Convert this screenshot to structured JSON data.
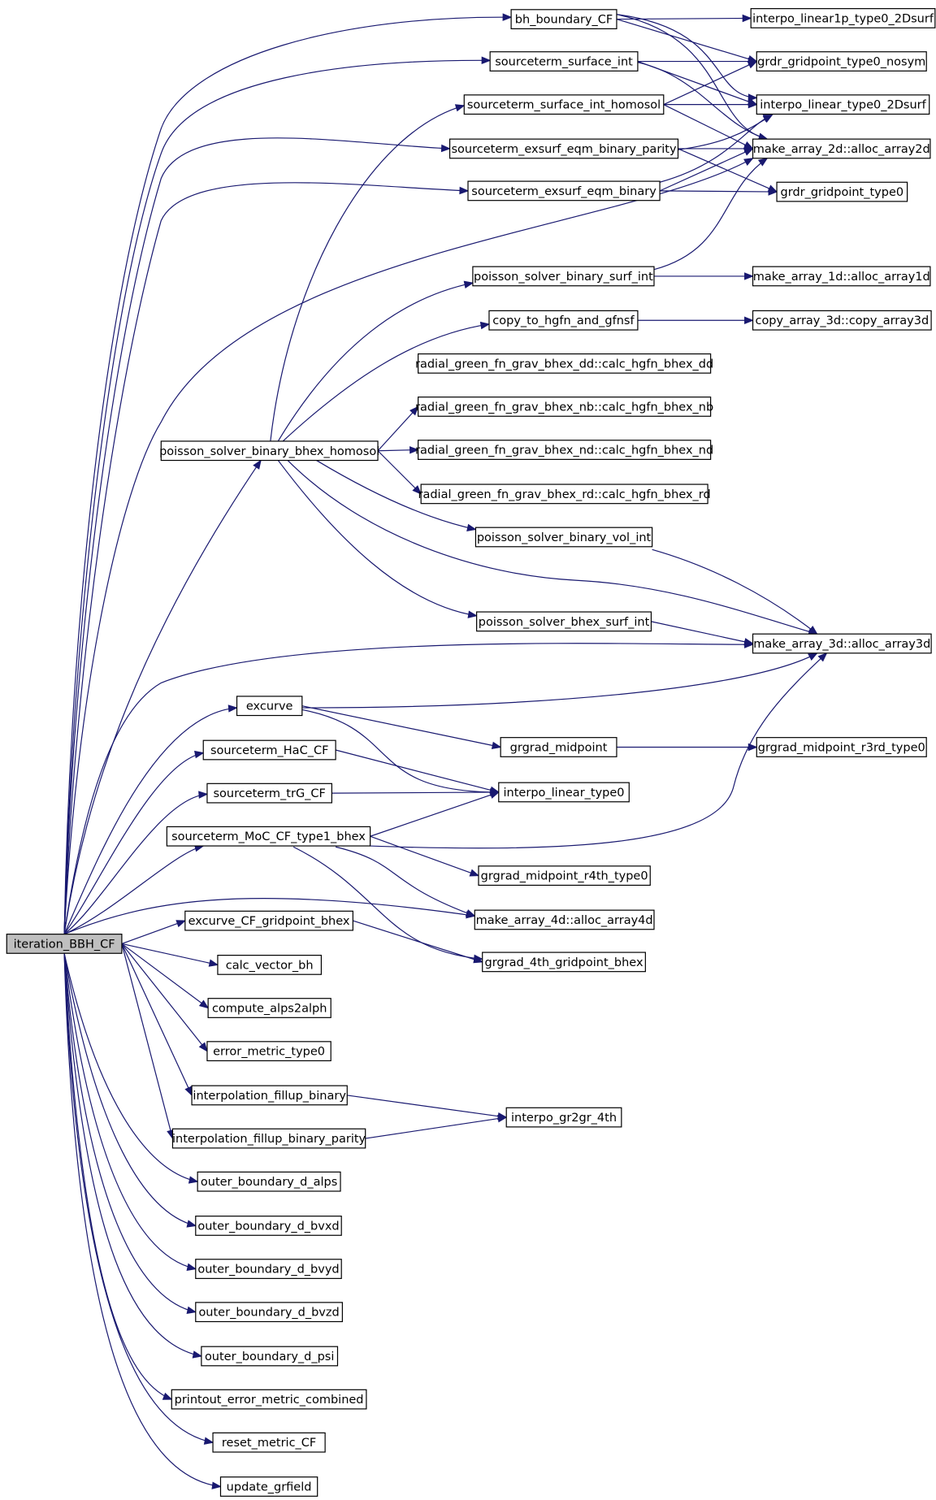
{
  "graph": {
    "root": "iteration_BBH_CF",
    "colors": {
      "edge": "#191970",
      "node_border": "#000000",
      "root_fill": "#bfbfbf",
      "node_fill": "#ffffff"
    },
    "nodes": [
      {
        "id": "iteration_BBH_CF",
        "label": "iteration_BBH_CF"
      },
      {
        "id": "bh_boundary_CF",
        "label": "bh_boundary_CF"
      },
      {
        "id": "sourceterm_surface_int",
        "label": "sourceterm_surface_int"
      },
      {
        "id": "sourceterm_surface_int_homosol",
        "label": "sourceterm_surface_int_homosol"
      },
      {
        "id": "sourceterm_exsurf_eqm_binary_parity",
        "label": "sourceterm_exsurf_eqm_binary_parity"
      },
      {
        "id": "sourceterm_exsurf_eqm_binary",
        "label": "sourceterm_exsurf_eqm_binary"
      },
      {
        "id": "interpo_linear1p_type0_2Dsurf",
        "label": "interpo_linear1p_type0_2Dsurf"
      },
      {
        "id": "grdr_gridpoint_type0_nosym",
        "label": "grdr_gridpoint_type0_nosym"
      },
      {
        "id": "interpo_linear_type0_2Dsurf",
        "label": "interpo_linear_type0_2Dsurf"
      },
      {
        "id": "make_array_2d",
        "label": "make_array_2d::alloc_array2d"
      },
      {
        "id": "grdr_gridpoint_type0",
        "label": "grdr_gridpoint_type0"
      },
      {
        "id": "poisson_solver_binary_surf_int",
        "label": "poisson_solver_binary_surf_int"
      },
      {
        "id": "make_array_1d",
        "label": "make_array_1d::alloc_array1d"
      },
      {
        "id": "copy_to_hgfn_and_gfnsf",
        "label": "copy_to_hgfn_and_gfnsf"
      },
      {
        "id": "copy_array_3d",
        "label": "copy_array_3d::copy_array3d"
      },
      {
        "id": "radial_dd",
        "label": "radial_green_fn_grav_bhex_dd::calc_hgfn_bhex_dd"
      },
      {
        "id": "radial_nb",
        "label": "radial_green_fn_grav_bhex_nb::calc_hgfn_bhex_nb"
      },
      {
        "id": "poisson_solver_binary_bhex_homosol",
        "label": "poisson_solver_binary_bhex_homosol"
      },
      {
        "id": "radial_nd",
        "label": "radial_green_fn_grav_bhex_nd::calc_hgfn_bhex_nd"
      },
      {
        "id": "radial_rd",
        "label": "radial_green_fn_grav_bhex_rd::calc_hgfn_bhex_rd"
      },
      {
        "id": "poisson_solver_binary_vol_int",
        "label": "poisson_solver_binary_vol_int"
      },
      {
        "id": "poisson_solver_bhex_surf_int",
        "label": "poisson_solver_bhex_surf_int"
      },
      {
        "id": "make_array_3d",
        "label": "make_array_3d::alloc_array3d"
      },
      {
        "id": "excurve",
        "label": "excurve"
      },
      {
        "id": "grgrad_midpoint",
        "label": "grgrad_midpoint"
      },
      {
        "id": "grgrad_midpoint_r3rd_type0",
        "label": "grgrad_midpoint_r3rd_type0"
      },
      {
        "id": "sourceterm_HaC_CF",
        "label": "sourceterm_HaC_CF"
      },
      {
        "id": "sourceterm_trG_CF",
        "label": "sourceterm_trG_CF"
      },
      {
        "id": "interpo_linear_type0",
        "label": "interpo_linear_type0"
      },
      {
        "id": "sourceterm_MoC_CF_type1_bhex",
        "label": "sourceterm_MoC_CF_type1_bhex"
      },
      {
        "id": "grgrad_midpoint_r4th_type0",
        "label": "grgrad_midpoint_r4th_type0"
      },
      {
        "id": "make_array_4d",
        "label": "make_array_4d::alloc_array4d"
      },
      {
        "id": "excurve_CF_gridpoint_bhex",
        "label": "excurve_CF_gridpoint_bhex"
      },
      {
        "id": "grgrad_4th_gridpoint_bhex",
        "label": "grgrad_4th_gridpoint_bhex"
      },
      {
        "id": "calc_vector_bh",
        "label": "calc_vector_bh"
      },
      {
        "id": "compute_alps2alph",
        "label": "compute_alps2alph"
      },
      {
        "id": "error_metric_type0",
        "label": "error_metric_type0"
      },
      {
        "id": "interpolation_fillup_binary",
        "label": "interpolation_fillup_binary"
      },
      {
        "id": "interpo_gr2gr_4th",
        "label": "interpo_gr2gr_4th"
      },
      {
        "id": "interpolation_fillup_binary_parity",
        "label": "interpolation_fillup_binary_parity"
      },
      {
        "id": "outer_boundary_d_alps",
        "label": "outer_boundary_d_alps"
      },
      {
        "id": "outer_boundary_d_bvxd",
        "label": "outer_boundary_d_bvxd"
      },
      {
        "id": "outer_boundary_d_bvyd",
        "label": "outer_boundary_d_bvyd"
      },
      {
        "id": "outer_boundary_d_bvzd",
        "label": "outer_boundary_d_bvzd"
      },
      {
        "id": "outer_boundary_d_psi",
        "label": "outer_boundary_d_psi"
      },
      {
        "id": "printout_error_metric_combined",
        "label": "printout_error_metric_combined"
      },
      {
        "id": "reset_metric_CF",
        "label": "reset_metric_CF"
      },
      {
        "id": "update_grfield",
        "label": "update_grfield"
      }
    ],
    "edges": [
      [
        "iteration_BBH_CF",
        "bh_boundary_CF"
      ],
      [
        "iteration_BBH_CF",
        "sourceterm_surface_int"
      ],
      [
        "iteration_BBH_CF",
        "sourceterm_exsurf_eqm_binary_parity"
      ],
      [
        "iteration_BBH_CF",
        "sourceterm_exsurf_eqm_binary"
      ],
      [
        "iteration_BBH_CF",
        "make_array_2d"
      ],
      [
        "iteration_BBH_CF",
        "poisson_solver_binary_bhex_homosol"
      ],
      [
        "iteration_BBH_CF",
        "make_array_3d"
      ],
      [
        "iteration_BBH_CF",
        "excurve"
      ],
      [
        "iteration_BBH_CF",
        "sourceterm_HaC_CF"
      ],
      [
        "iteration_BBH_CF",
        "sourceterm_trG_CF"
      ],
      [
        "iteration_BBH_CF",
        "sourceterm_MoC_CF_type1_bhex"
      ],
      [
        "iteration_BBH_CF",
        "make_array_4d"
      ],
      [
        "iteration_BBH_CF",
        "excurve_CF_gridpoint_bhex"
      ],
      [
        "iteration_BBH_CF",
        "calc_vector_bh"
      ],
      [
        "iteration_BBH_CF",
        "compute_alps2alph"
      ],
      [
        "iteration_BBH_CF",
        "error_metric_type0"
      ],
      [
        "iteration_BBH_CF",
        "interpolation_fillup_binary"
      ],
      [
        "iteration_BBH_CF",
        "interpolation_fillup_binary_parity"
      ],
      [
        "iteration_BBH_CF",
        "outer_boundary_d_alps"
      ],
      [
        "iteration_BBH_CF",
        "outer_boundary_d_bvxd"
      ],
      [
        "iteration_BBH_CF",
        "outer_boundary_d_bvyd"
      ],
      [
        "iteration_BBH_CF",
        "outer_boundary_d_bvzd"
      ],
      [
        "iteration_BBH_CF",
        "outer_boundary_d_psi"
      ],
      [
        "iteration_BBH_CF",
        "printout_error_metric_combined"
      ],
      [
        "iteration_BBH_CF",
        "reset_metric_CF"
      ],
      [
        "iteration_BBH_CF",
        "update_grfield"
      ],
      [
        "bh_boundary_CF",
        "interpo_linear1p_type0_2Dsurf"
      ],
      [
        "bh_boundary_CF",
        "grdr_gridpoint_type0_nosym"
      ],
      [
        "bh_boundary_CF",
        "interpo_linear_type0_2Dsurf"
      ],
      [
        "bh_boundary_CF",
        "make_array_2d"
      ],
      [
        "sourceterm_surface_int",
        "grdr_gridpoint_type0_nosym"
      ],
      [
        "sourceterm_surface_int",
        "interpo_linear_type0_2Dsurf"
      ],
      [
        "sourceterm_surface_int",
        "make_array_2d"
      ],
      [
        "sourceterm_surface_int_homosol",
        "grdr_gridpoint_type0_nosym"
      ],
      [
        "sourceterm_surface_int_homosol",
        "interpo_linear_type0_2Dsurf"
      ],
      [
        "sourceterm_surface_int_homosol",
        "make_array_2d"
      ],
      [
        "sourceterm_exsurf_eqm_binary_parity",
        "interpo_linear_type0_2Dsurf"
      ],
      [
        "sourceterm_exsurf_eqm_binary_parity",
        "make_array_2d"
      ],
      [
        "sourceterm_exsurf_eqm_binary_parity",
        "grdr_gridpoint_type0"
      ],
      [
        "sourceterm_exsurf_eqm_binary",
        "interpo_linear_type0_2Dsurf"
      ],
      [
        "sourceterm_exsurf_eqm_binary",
        "make_array_2d"
      ],
      [
        "sourceterm_exsurf_eqm_binary",
        "grdr_gridpoint_type0"
      ],
      [
        "poisson_solver_binary_surf_int",
        "make_array_2d"
      ],
      [
        "poisson_solver_binary_surf_int",
        "make_array_1d"
      ],
      [
        "copy_to_hgfn_and_gfnsf",
        "copy_array_3d"
      ],
      [
        "poisson_solver_binary_bhex_homosol",
        "sourceterm_surface_int_homosol"
      ],
      [
        "poisson_solver_binary_bhex_homosol",
        "poisson_solver_binary_surf_int"
      ],
      [
        "poisson_solver_binary_bhex_homosol",
        "copy_to_hgfn_and_gfnsf"
      ],
      [
        "poisson_solver_binary_bhex_homosol",
        "radial_nb"
      ],
      [
        "poisson_solver_binary_bhex_homosol",
        "radial_nd"
      ],
      [
        "poisson_solver_binary_bhex_homosol",
        "radial_rd"
      ],
      [
        "poisson_solver_binary_bhex_homosol",
        "poisson_solver_binary_vol_int"
      ],
      [
        "poisson_solver_binary_bhex_homosol",
        "poisson_solver_bhex_surf_int"
      ],
      [
        "poisson_solver_binary_bhex_homosol",
        "make_array_3d"
      ],
      [
        "poisson_solver_binary_vol_int",
        "make_array_3d"
      ],
      [
        "poisson_solver_bhex_surf_int",
        "make_array_3d"
      ],
      [
        "excurve",
        "make_array_3d"
      ],
      [
        "excurve",
        "grgrad_midpoint"
      ],
      [
        "excurve",
        "interpo_linear_type0"
      ],
      [
        "grgrad_midpoint",
        "grgrad_midpoint_r3rd_type0"
      ],
      [
        "sourceterm_HaC_CF",
        "interpo_linear_type0"
      ],
      [
        "sourceterm_trG_CF",
        "interpo_linear_type0"
      ],
      [
        "sourceterm_MoC_CF_type1_bhex",
        "interpo_linear_type0"
      ],
      [
        "sourceterm_MoC_CF_type1_bhex",
        "make_array_3d"
      ],
      [
        "sourceterm_MoC_CF_type1_bhex",
        "grgrad_midpoint_r4th_type0"
      ],
      [
        "sourceterm_MoC_CF_type1_bhex",
        "make_array_4d"
      ],
      [
        "sourceterm_MoC_CF_type1_bhex",
        "grgrad_4th_gridpoint_bhex"
      ],
      [
        "excurve_CF_gridpoint_bhex",
        "grgrad_4th_gridpoint_bhex"
      ],
      [
        "interpolation_fillup_binary",
        "interpo_gr2gr_4th"
      ],
      [
        "interpolation_fillup_binary_parity",
        "interpo_gr2gr_4th"
      ]
    ]
  }
}
